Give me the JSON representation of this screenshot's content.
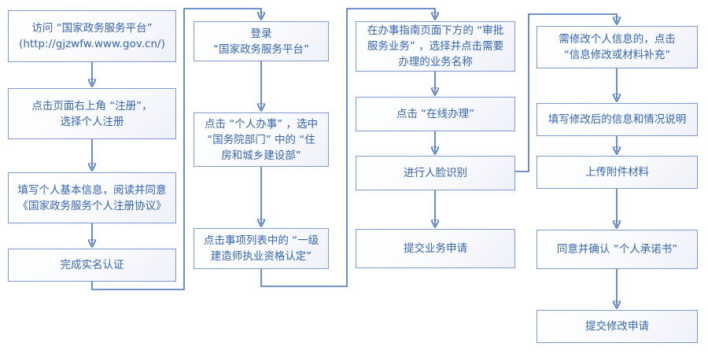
{
  "colors": {
    "box_border": "#7f9bd1",
    "box_fill_top": "#ffffff",
    "box_fill_bottom": "#eef1f9",
    "text": "#3565b0",
    "connector": "#4472c4"
  },
  "flow": {
    "columns": [
      {
        "boxes": [
          {
            "label": "访问 “国家政务服务平台”\n(http://gjzwfw.www.gov.cn/)"
          },
          {
            "label": "点击页面右上角 “注册”，\n选择个人注册"
          },
          {
            "label": "填写个人基本信息，阅读并同意\n《国家政务服务个人注册协议》"
          },
          {
            "label": "完成实名认证"
          }
        ]
      },
      {
        "boxes": [
          {
            "label": "登录\n“国家政务服务平台”"
          },
          {
            "label": "点击 “个人办事” ，选中\n“国务院部门” 中的 “住\n房和城乡建设部”"
          },
          {
            "label": "点击事项列表中的 “一级\n建造师执业资格认定”"
          }
        ]
      },
      {
        "boxes": [
          {
            "label": "在办事指南页面下方的 “审批\n服务业务” ，选择并点击需要\n办理的业务名称"
          },
          {
            "label": "点击 “在线办理”"
          },
          {
            "label": "进行人脸识别"
          },
          {
            "label": "提交业务申请"
          }
        ]
      },
      {
        "boxes": [
          {
            "label": "需修改个人信息的，点击\n“信息修改或材料补充”"
          },
          {
            "label": "填写修改后的信息和情况说明"
          },
          {
            "label": "上传附件材料"
          },
          {
            "label": "同意并确认 “个人承诺书”"
          },
          {
            "label": "提交修改申请"
          }
        ]
      }
    ]
  }
}
